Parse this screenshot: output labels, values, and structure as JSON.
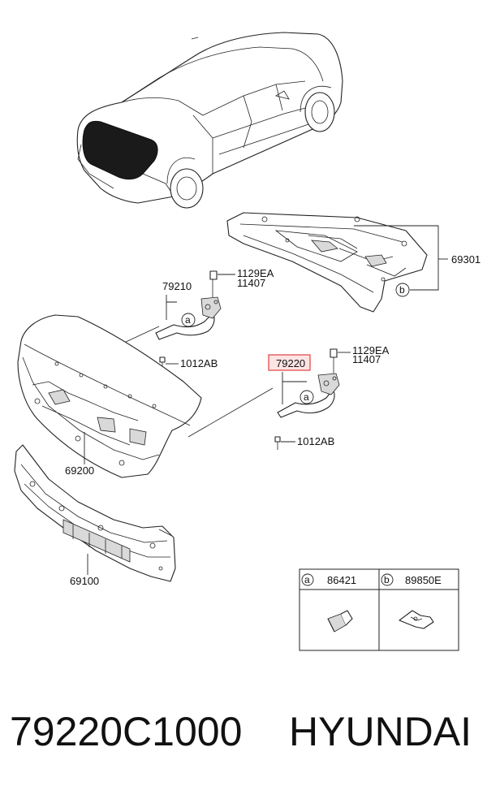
{
  "labels": {
    "rear_panel_upper": "69301",
    "hinge_left": "79210",
    "hinge_right_highlighted": "79220",
    "bolt_left_a": "1129EA",
    "bolt_left_b": "11407",
    "bolt_right_a": "1129EA",
    "bolt_right_b": "11407",
    "screw_left": "1012AB",
    "screw_right": "1012AB",
    "trunk_lid": "69200",
    "back_panel": "69100"
  },
  "callouts": {
    "a": "a",
    "b": "b"
  },
  "legend": {
    "a_marker": "a",
    "a_part": "86421",
    "b_marker": "b",
    "b_part": "89850E"
  },
  "footer": {
    "part_number": "79220C1000",
    "brand": "HYUNDAI"
  },
  "colors": {
    "highlight_border": "#e04040",
    "highlight_fill": "#fde4e4",
    "line": "#222222"
  }
}
